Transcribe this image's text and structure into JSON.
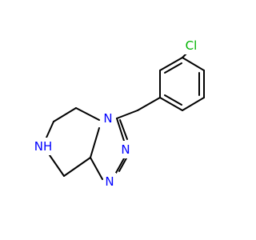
{
  "molecule": {
    "atoms": [
      {
        "id": "Cl",
        "label": "Cl",
        "color": "#00b300"
      },
      {
        "id": "N1",
        "label": "N",
        "color": "#0000ff"
      },
      {
        "id": "N2",
        "label": "N",
        "color": "#0000ff"
      },
      {
        "id": "N3",
        "label": "N",
        "color": "#0000ff"
      },
      {
        "id": "NH",
        "label": "NH",
        "color": "#0000ff"
      }
    ],
    "bond_color": "#000000"
  }
}
